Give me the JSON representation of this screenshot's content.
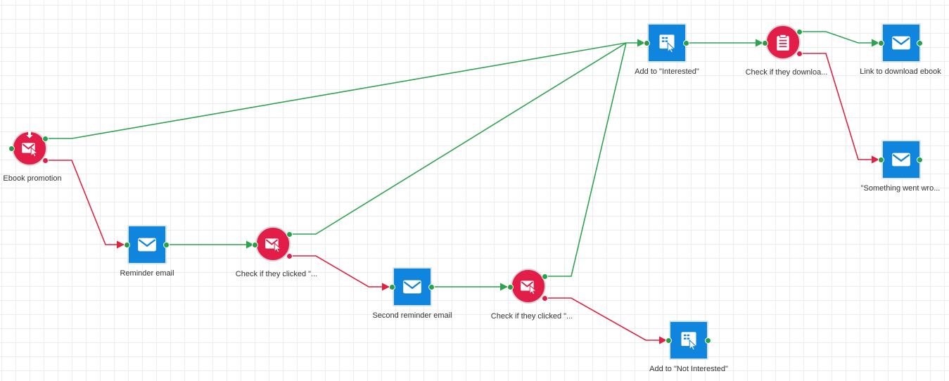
{
  "colors": {
    "yes_edge": "#2ea44f",
    "no_edge": "#e0213f",
    "condition_node": "#e11d48",
    "action_node": "#1085dd"
  },
  "nodes": [
    {
      "id": "ebook-promotion",
      "label": "Ebook promotion",
      "shape": "circle",
      "icon": "email-click-icon"
    },
    {
      "id": "reminder-email",
      "label": "Reminder email",
      "shape": "square",
      "icon": "envelope-icon"
    },
    {
      "id": "check-clicked-1",
      "label": "Check if they clicked \"...",
      "shape": "circle",
      "icon": "email-click-icon"
    },
    {
      "id": "second-reminder-email",
      "label": "Second reminder email",
      "shape": "square",
      "icon": "envelope-icon"
    },
    {
      "id": "check-clicked-2",
      "label": "Check if they clicked \"...",
      "shape": "circle",
      "icon": "email-click-icon"
    },
    {
      "id": "add-not-interested",
      "label": "Add to \"Not Interested\"",
      "shape": "square",
      "icon": "add-to-list-icon"
    },
    {
      "id": "add-interested",
      "label": "Add to \"Interested\"",
      "shape": "square",
      "icon": "add-to-list-icon"
    },
    {
      "id": "check-downloaded",
      "label": "Check if they downloa...",
      "shape": "circle",
      "icon": "clipboard-icon"
    },
    {
      "id": "link-download-ebook",
      "label": "Link to download ebook",
      "shape": "square",
      "icon": "envelope-icon"
    },
    {
      "id": "something-went-wrong",
      "label": "\"Something went wro...",
      "shape": "square",
      "icon": "envelope-icon"
    }
  ],
  "edges": [
    {
      "from": "ebook-promotion",
      "to": "add-interested",
      "kind": "yes"
    },
    {
      "from": "ebook-promotion",
      "to": "reminder-email",
      "kind": "no"
    },
    {
      "from": "reminder-email",
      "to": "check-clicked-1",
      "kind": "yes"
    },
    {
      "from": "check-clicked-1",
      "to": "add-interested",
      "kind": "yes"
    },
    {
      "from": "check-clicked-1",
      "to": "second-reminder-email",
      "kind": "no"
    },
    {
      "from": "second-reminder-email",
      "to": "check-clicked-2",
      "kind": "yes"
    },
    {
      "from": "check-clicked-2",
      "to": "add-interested",
      "kind": "yes"
    },
    {
      "from": "check-clicked-2",
      "to": "add-not-interested",
      "kind": "no"
    },
    {
      "from": "add-interested",
      "to": "check-downloaded",
      "kind": "yes"
    },
    {
      "from": "check-downloaded",
      "to": "link-download-ebook",
      "kind": "yes"
    },
    {
      "from": "check-downloaded",
      "to": "something-went-wrong",
      "kind": "no"
    }
  ]
}
